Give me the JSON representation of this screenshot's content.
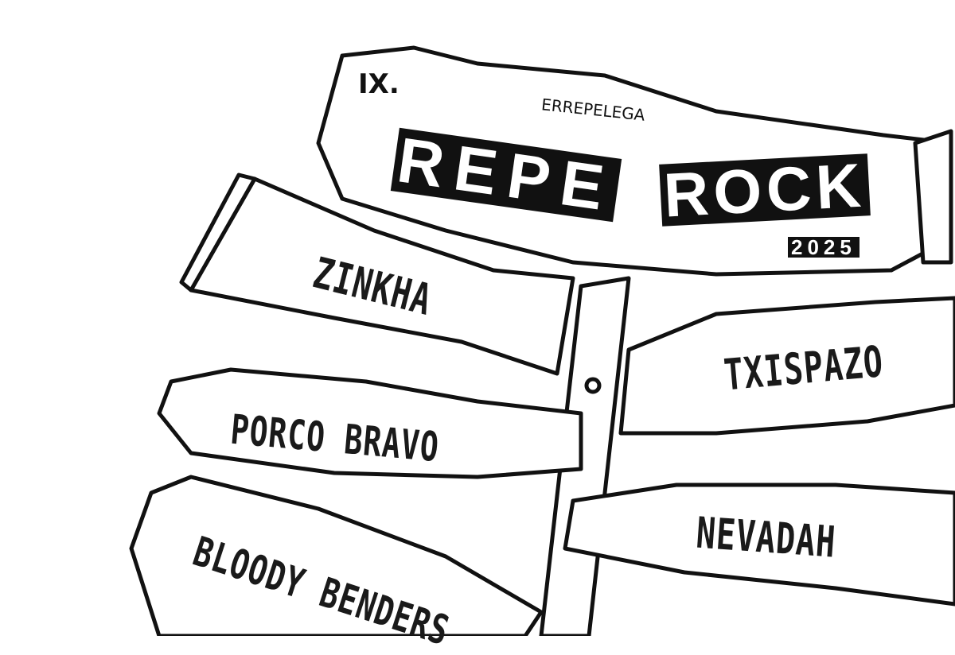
{
  "poster": {
    "edition": "IX.",
    "location": "ERREPELEGA",
    "title_part1": "REPE",
    "title_part2": "ROCK",
    "year": "2025"
  },
  "signs": [
    {
      "label": "ZINKHA"
    },
    {
      "label": "TXISPAZO"
    },
    {
      "label": "PORCO BRAVO"
    },
    {
      "label": "NEVADAH"
    },
    {
      "label": "BLOODY BENDERS"
    }
  ],
  "colors": {
    "ink": "#111111",
    "paper": "#ffffff"
  }
}
